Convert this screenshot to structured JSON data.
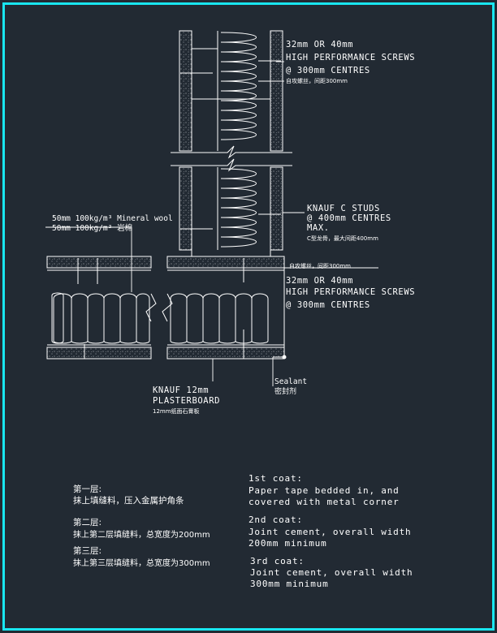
{
  "labels": {
    "screws_top_size": "32mm  OR  40mm",
    "screws_top_type": "HIGH  PERFORMANCE  SCREWS",
    "screws_top_spacing": "@  300mm  CENTRES",
    "screws_top_cn": "自攻螺丝，间距300mm",
    "studs_name": "KNAUF  C  STUDS",
    "studs_spacing": "@  400mm  CENTRES",
    "studs_max": "MAX.",
    "studs_cn": "C型龙骨，最大间距400mm",
    "wool_en": "50mm  100kg/m³ Mineral  wool",
    "wool_cn": "50mm  100kg/m³ 岩棉",
    "screws_mid_cn": "自攻螺丝，间距300mm",
    "screws_mid_size": "32mm  OR  40mm",
    "screws_mid_type": "HIGH  PERFORMANCE  SCREWS",
    "screws_mid_spacing": "@  300mm  CENTRES",
    "board_name": "KNAUF  12mm",
    "board_type": "PLASTERBOARD",
    "board_cn": "12mm纸面石膏板",
    "sealant_en": "Sealant",
    "sealant_cn": "密封剂"
  },
  "notes_cn": [
    {
      "title": "第一层:",
      "text": "抹上填缝料，压入金属护角条"
    },
    {
      "title": "第二层:",
      "text": "抹上第二层填缝料，总宽度为200mm"
    },
    {
      "title": "第三层:",
      "text": "抹上第三层填缝料，总宽度为300mm"
    }
  ],
  "notes_en": [
    {
      "title": "1st coat:",
      "line1": "Paper tape bedded in, and",
      "line2": "covered with metal corner"
    },
    {
      "title": "2nd coat:",
      "line1": "Joint cement, overall width",
      "line2": "200mm minimum"
    },
    {
      "title": "3rd coat:",
      "line1": "Joint cement, overall width",
      "line2": "300mm minimum"
    }
  ],
  "colors": {
    "background": "#222a33",
    "frame": "#19e6f0",
    "lines": "#ffffff"
  }
}
